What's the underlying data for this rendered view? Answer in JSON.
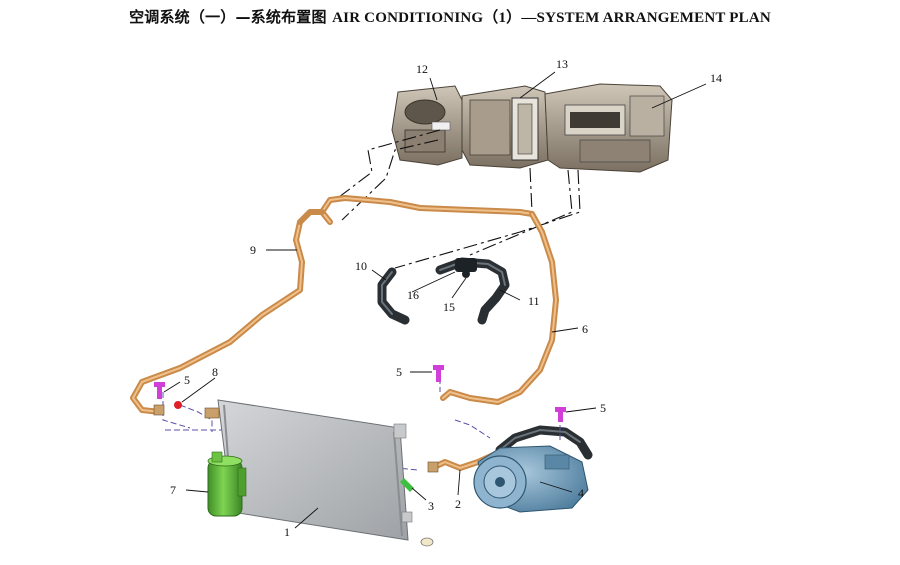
{
  "title": {
    "cn": "空调系统（一）—系统布置图",
    "en": "AIR CONDITIONING（1）—SYSTEM ARRANGEMENT PLAN"
  },
  "callouts": [
    "1",
    "2",
    "3",
    "4",
    "5",
    "6",
    "7",
    "8",
    "9",
    "10",
    "11",
    "12",
    "13",
    "14",
    "15",
    "16"
  ],
  "colors": {
    "pipe": "#c98a4a",
    "hose": "#2a2f33",
    "receiver_drier": "#5fb83a",
    "compressor": "#6b97b8",
    "condenser": "#b9bcbf",
    "hvac_housing": "#9a8f80",
    "bolt": "#d040d8",
    "cap_red": "#e0202a"
  }
}
